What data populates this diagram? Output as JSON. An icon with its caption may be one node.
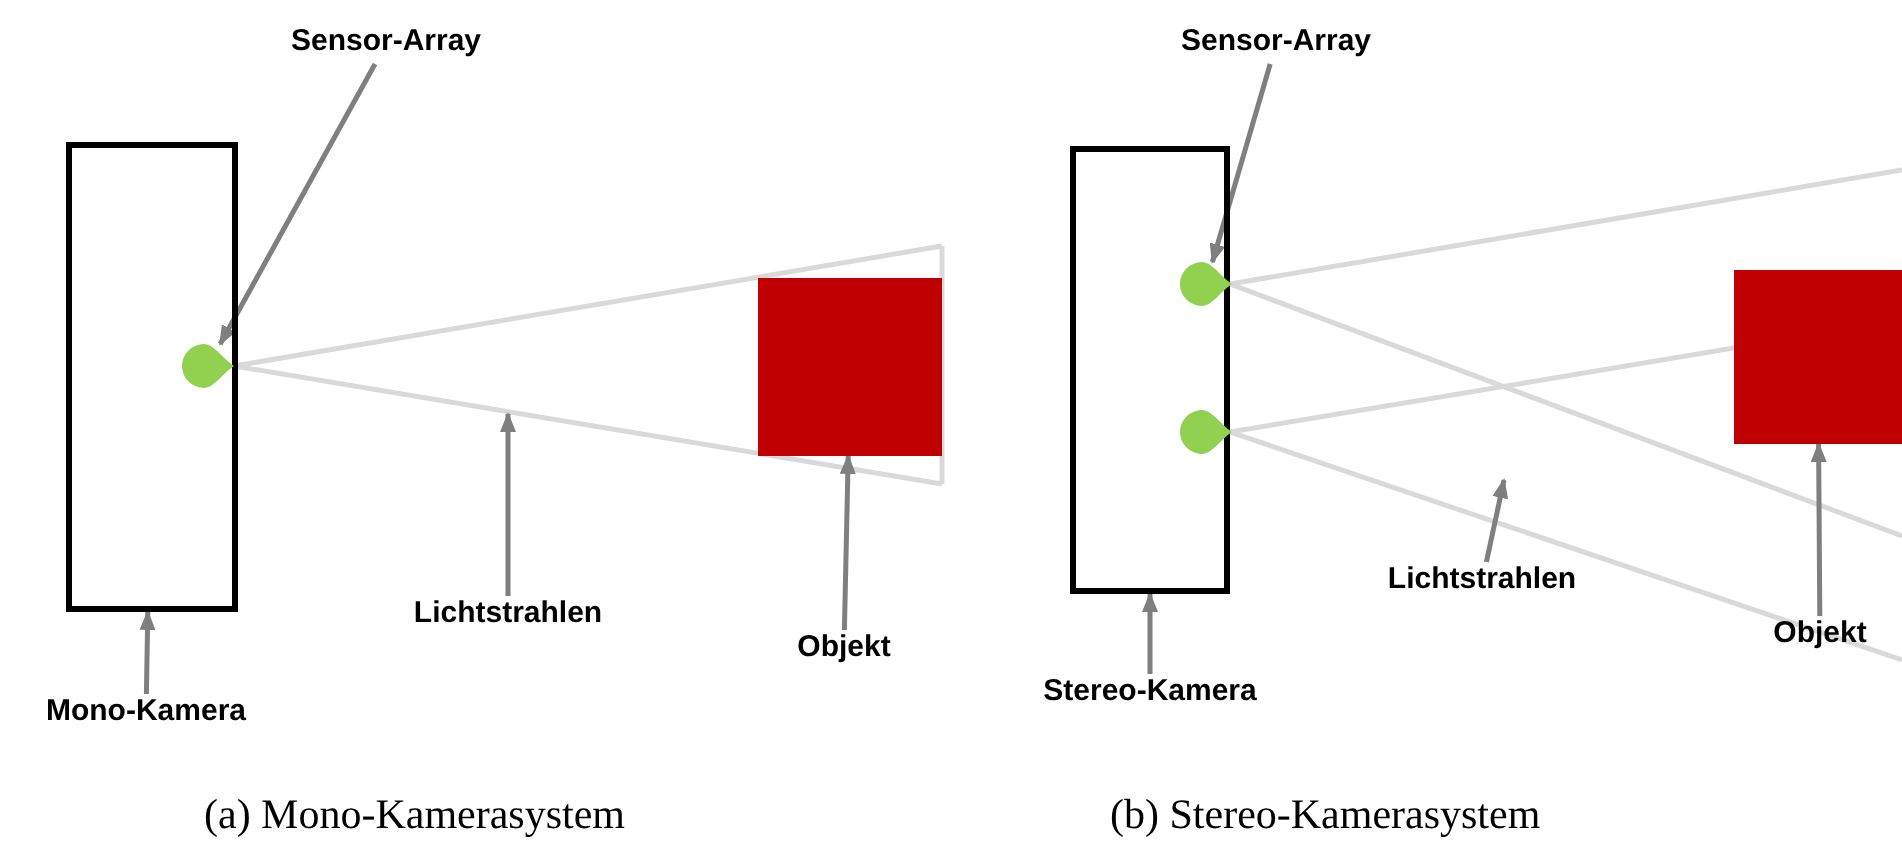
{
  "diagram": {
    "nodes": [
      {
        "text": [
          "Sensor-Array"
        ]
      },
      {
        "text": [],
        "shape": "box"
      },
      {
        "text": [],
        "shape": "circle",
        "in": 1
      },
      {
        "text": [],
        "shape": "box"
      },
      {
        "text": [
          "Lichtstrahlen"
        ]
      },
      {
        "text": [
          "Objekt"
        ]
      },
      {
        "text": [
          "Mono-Kamera"
        ]
      },
      {
        "text": [
          "Sensor-Array"
        ]
      },
      {
        "text": [],
        "shape": "box"
      },
      {
        "text": [],
        "shape": "circle",
        "in": 8
      },
      {
        "text": [],
        "shape": "circle",
        "in": 8
      },
      {
        "text": [],
        "shape": "box"
      },
      {
        "text": [
          "Lichtstrahlen"
        ]
      },
      {
        "text": [
          "Objekt"
        ]
      },
      {
        "text": [
          "Stereo-Kamera"
        ]
      }
    ],
    "edges": [
      {
        "from": 0,
        "to": 2,
        "arrow": "to"
      },
      {
        "from": 4,
        "to": null,
        "arrow": "to"
      },
      {
        "from": 5,
        "to": 3,
        "arrow": "to"
      },
      {
        "from": 6,
        "to": 1,
        "arrow": "to"
      },
      {
        "from": 7,
        "to": 9,
        "arrow": "to"
      },
      {
        "from": 12,
        "to": null,
        "arrow": "to"
      },
      {
        "from": 13,
        "to": 11,
        "arrow": "to"
      },
      {
        "from": 14,
        "to": 8,
        "arrow": "to"
      }
    ],
    "labels": [
      "(a) Mono-Kamerasystem",
      "(b) Stereo-Kamerasystem"
    ]
  }
}
